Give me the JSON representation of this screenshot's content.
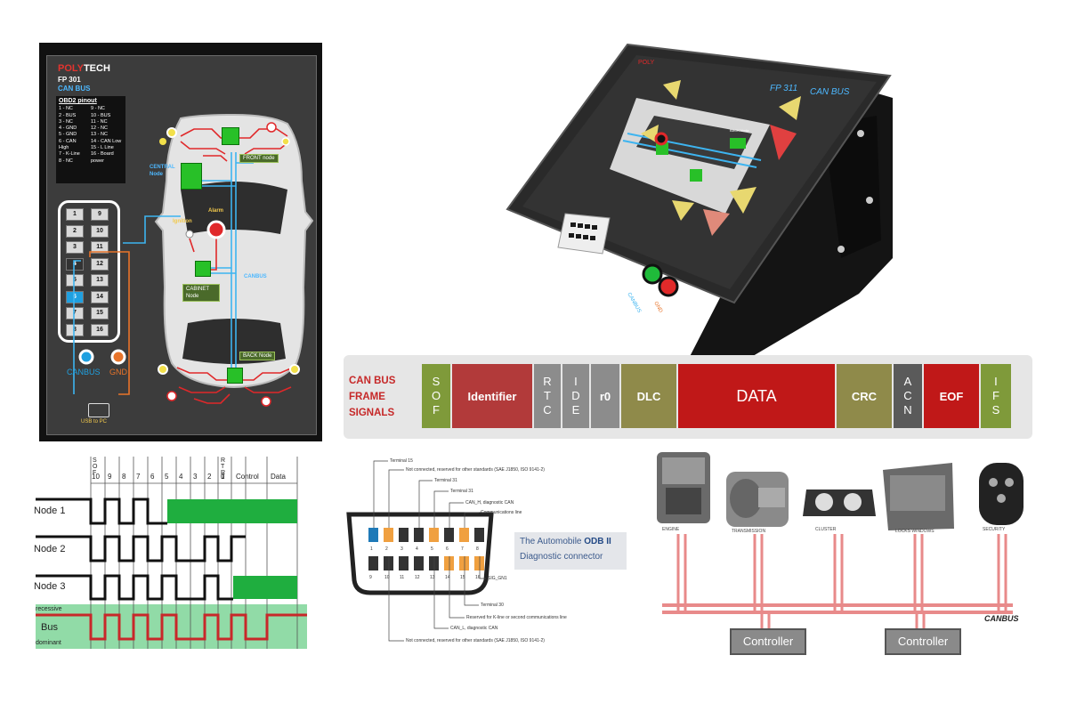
{
  "board": {
    "brand_a": "POLY",
    "brand_b": "TECH",
    "model": "FP 301",
    "bus": "CAN BUS",
    "pinout_title": "OBD2 pinout",
    "pinout_rows": [
      [
        "1 - NC",
        "9 - NC"
      ],
      [
        "2 - BUS",
        "10 - BUS"
      ],
      [
        "3 - NC",
        "11 - NC"
      ],
      [
        "4 - GND",
        "12 - NC"
      ],
      [
        "5 - GND",
        "13 - NC"
      ],
      [
        "6 - CAN",
        "14 - CAN Low"
      ],
      [
        "High",
        "15 - L Line"
      ],
      [
        "7 - K-Line",
        "16 - Board"
      ],
      [
        "8 - NC",
        "power"
      ]
    ],
    "pins_left": [
      "1",
      "2",
      "3",
      "4",
      "5",
      "6",
      "7",
      "8"
    ],
    "pins_right": [
      "9",
      "10",
      "11",
      "12",
      "13",
      "14",
      "15",
      "16"
    ],
    "central_node": "CENTRAL Node",
    "front_node": "FRONT node",
    "alarm": "Alarm",
    "ignition": "Ignition",
    "cabinet_node": "CABINET Node",
    "canbus_label": "CANBUS",
    "back_node": "BACK Node",
    "terminal_canbus": "CANBUS",
    "terminal_gnd": "GND",
    "usb_label": "USB to PC"
  },
  "device": {
    "brand": "POLY",
    "model": "FP 311",
    "bus": "CAN BUS",
    "jack_canbus": "CANBUS",
    "jack_gnd": "GND",
    "node_label": "BACK Node"
  },
  "frame": {
    "title_lines": [
      "CAN BUS",
      "FRAME",
      "SIGNALS"
    ],
    "fields": [
      {
        "label": "SOF",
        "vertical": true,
        "color": "#7f9a3a"
      },
      {
        "label": "Identifier",
        "vertical": false,
        "color": "#b23a3a"
      },
      {
        "label": "RTC",
        "vertical": true,
        "color": "#8c8c8c"
      },
      {
        "label": "IDE",
        "vertical": true,
        "color": "#8c8c8c"
      },
      {
        "label": "r0",
        "vertical": false,
        "color": "#8c8c8c"
      },
      {
        "label": "DLC",
        "vertical": false,
        "color": "#8f8a4a"
      },
      {
        "label": "DATA",
        "vertical": false,
        "color": "#c01818"
      },
      {
        "label": "CRC",
        "vertical": false,
        "color": "#8f8a4a"
      },
      {
        "label": "ACN",
        "vertical": true,
        "color": "#5a5a5a"
      },
      {
        "label": "EOF",
        "vertical": false,
        "color": "#c01818"
      },
      {
        "label": "IFS",
        "vertical": true,
        "color": "#7f9a3a"
      }
    ]
  },
  "timing": {
    "nodes": [
      "Node 1",
      "Node 2",
      "Node 3"
    ],
    "bus": "Bus",
    "recessive": "recessive",
    "dominant": "dominant",
    "sof": "SOF",
    "bits": [
      "10",
      "9",
      "8",
      "7",
      "6",
      "5",
      "4",
      "3",
      "2",
      "1",
      "0"
    ],
    "rtr": "RTR",
    "control": "Control",
    "data": "Data"
  },
  "obd": {
    "title_a": "The Automobile",
    "title_b": "ODB II",
    "subtitle": "Diagnostic connector",
    "pins_top": [
      "1",
      "2",
      "3",
      "4",
      "5",
      "6",
      "7",
      "8"
    ],
    "pins_bottom": [
      "9",
      "10",
      "11",
      "12",
      "13",
      "14",
      "15",
      "16"
    ],
    "annotations": [
      "Terminal 15",
      "Not connected, reserved for other standards (SAE J1850, ISO 9141-2)",
      "Terminal 31",
      "Terminal 31",
      "CAN_H, diagnostic CAN",
      "Communications line",
      "SIG_GN1",
      "Terminal 30",
      "Reserved for K-line or second communications line",
      "CAN_L, diagnostic CAN",
      "Not connected, reserved for other standards (SAE J1850, ISO 9141-2)"
    ]
  },
  "network": {
    "modules": [
      "ENGINE",
      "TRANSMISSION",
      "CLUSTER",
      "LOCKS WINDOWS",
      "SECURITY"
    ],
    "bus_label": "CANBUS",
    "controller1": "Controller",
    "controller2": "Controller"
  }
}
